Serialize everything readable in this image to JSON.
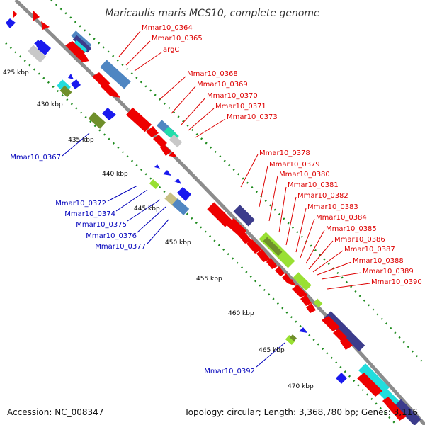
{
  "title": "Maricaulis maris MCS10, complete genome",
  "footer": {
    "accession": "Accession: NC_008347",
    "topology": "Topology: circular; Length: 3,368,780 bp; Genes: 3,116"
  },
  "colors": {
    "backbone": "#8c8c8c",
    "dots": "#1d8a1d",
    "forward_label": "#dd0000",
    "reverse_label": "#0000bb",
    "gene_red": "#ee0000",
    "gene_blue": "#1a1aee",
    "gene_steel": "#4f86c2",
    "gene_navy": "#3c3c8c",
    "gene_lime": "#99e033",
    "gene_olive": "#6f8f2a",
    "gene_cyan": "#22dddd",
    "gene_teal": "#22ddaa",
    "gene_grey": "#c8c8c8",
    "gene_khaki": "#c8c084"
  },
  "ticks": [
    "425 kbp",
    "430 kbp",
    "435 kbp",
    "440 kbp",
    "445 kbp",
    "450 kbp",
    "455 kbp",
    "460 kbp",
    "465 kbp",
    "470 kbp"
  ],
  "forward_labels": [
    "Mmar10_0364",
    "Mmar10_0365",
    "argC",
    "Mmar10_0368",
    "Mmar10_0369",
    "Mmar10_0370",
    "Mmar10_0371",
    "Mmar10_0373",
    "Mmar10_0378",
    "Mmar10_0379",
    "Mmar10_0380",
    "Mmar10_0381",
    "Mmar10_0382",
    "Mmar10_0383",
    "Mmar10_0384",
    "Mmar10_0385",
    "Mmar10_0386",
    "Mmar10_0387",
    "Mmar10_0388",
    "Mmar10_0389",
    "Mmar10_0390"
  ],
  "reverse_labels": [
    "Mmar10_0367",
    "Mmar10_0372",
    "Mmar10_0374",
    "Mmar10_0375",
    "Mmar10_0376",
    "Mmar10_0377",
    "Mmar10_0392"
  ]
}
